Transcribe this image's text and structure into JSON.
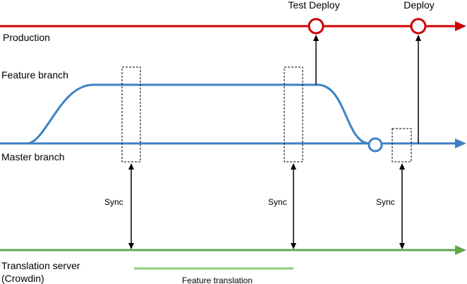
{
  "lanes": {
    "production": {
      "label": "Production",
      "color": "#cc0000"
    },
    "feature": {
      "label": "Feature branch",
      "color": "#3b82c4"
    },
    "master": {
      "label": "Master branch",
      "color": "#3b82c4"
    },
    "translation": {
      "label_line1": "Translation server",
      "label_line2": "(Crowdin)",
      "color": "#5fa84f"
    }
  },
  "events": {
    "test_deploy": "Test Deploy",
    "deploy": "Deploy"
  },
  "sync": {
    "label_1": "Sync",
    "label_2": "Sync",
    "label_3": "Sync"
  },
  "feature_translation": {
    "label": "Feature translation",
    "color": "#8fcc7a"
  }
}
